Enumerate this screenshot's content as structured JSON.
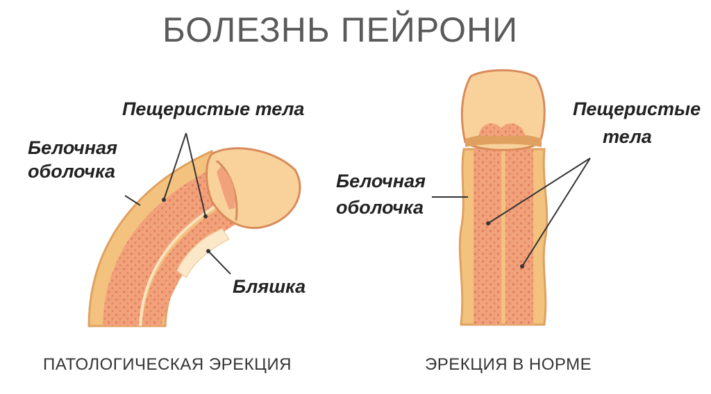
{
  "title": "БОЛЕЗНЬ ПЕЙРОНИ",
  "left": {
    "label_cavernous": "Пещеристые тела",
    "label_tunica_line1": "Белочная",
    "label_tunica_line2": "оболочка",
    "label_plaque": "Бляшка",
    "caption": "ПАТОЛОГИЧЕСКАЯ ЭРЕКЦИЯ"
  },
  "right": {
    "label_cavernous_line1": "Пещеристые",
    "label_cavernous_line2": "тела",
    "label_tunica_line1": "Белочная",
    "label_tunica_line2": "оболочка",
    "caption": "ЭРЕКЦИЯ В НОРМЕ"
  },
  "colors": {
    "outer": "#f2c27e",
    "outer_edge": "#e0a160",
    "tissue": "#f2a27a",
    "dots": "#e07f5e",
    "glans": "#f8d29a",
    "glans_edge": "#d98a5a",
    "plaque": "#fbe8c8",
    "line": "#333333"
  }
}
